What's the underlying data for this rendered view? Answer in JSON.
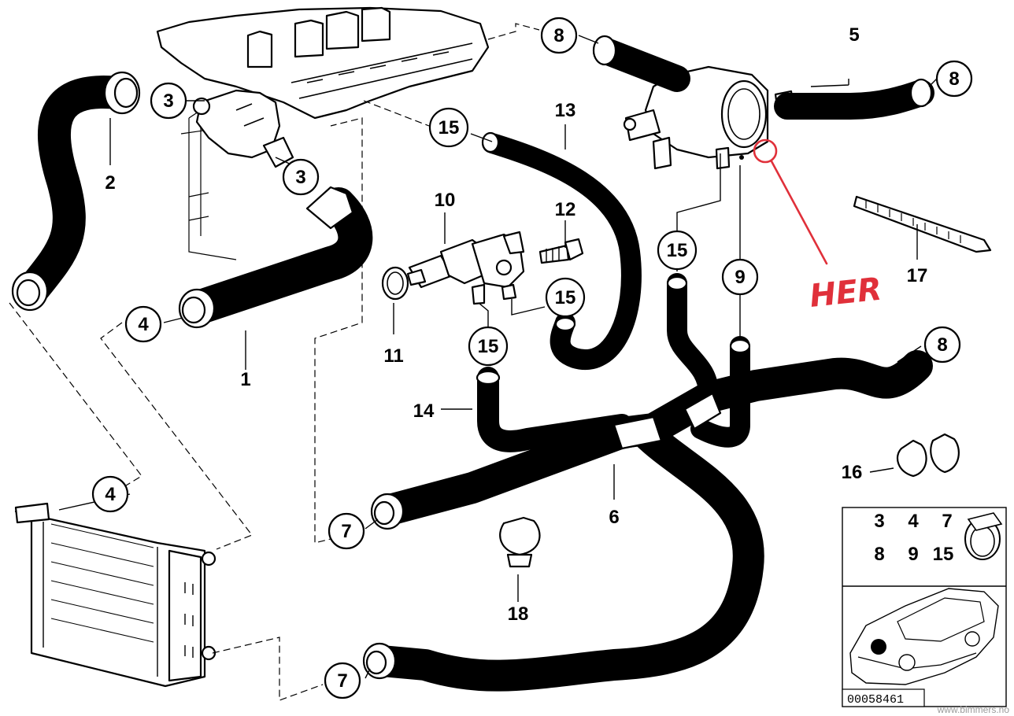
{
  "diagram": {
    "callouts": {
      "c8a": "8",
      "c5": "5",
      "c8b": "8",
      "c3a": "3",
      "c2": "2",
      "c15a": "15",
      "c13": "13",
      "c3b": "3",
      "c10": "10",
      "c12": "12",
      "c17": "17",
      "c15b": "15",
      "c9": "9",
      "c15c": "15",
      "c4a": "4",
      "c11": "11",
      "c1": "1",
      "c15d": "15",
      "c8c": "8",
      "c14": "14",
      "c16": "16",
      "c4b": "4",
      "c6": "6",
      "c7a": "7",
      "c18": "18",
      "c7b": "7"
    },
    "annotation": {
      "text": "HER",
      "color": "#e0303a"
    },
    "inset": {
      "row1": [
        "3",
        "4",
        "7"
      ],
      "row2": [
        "8",
        "9",
        "15"
      ]
    },
    "diagram_code": "00058461",
    "watermark": "www.bimmers.no"
  }
}
